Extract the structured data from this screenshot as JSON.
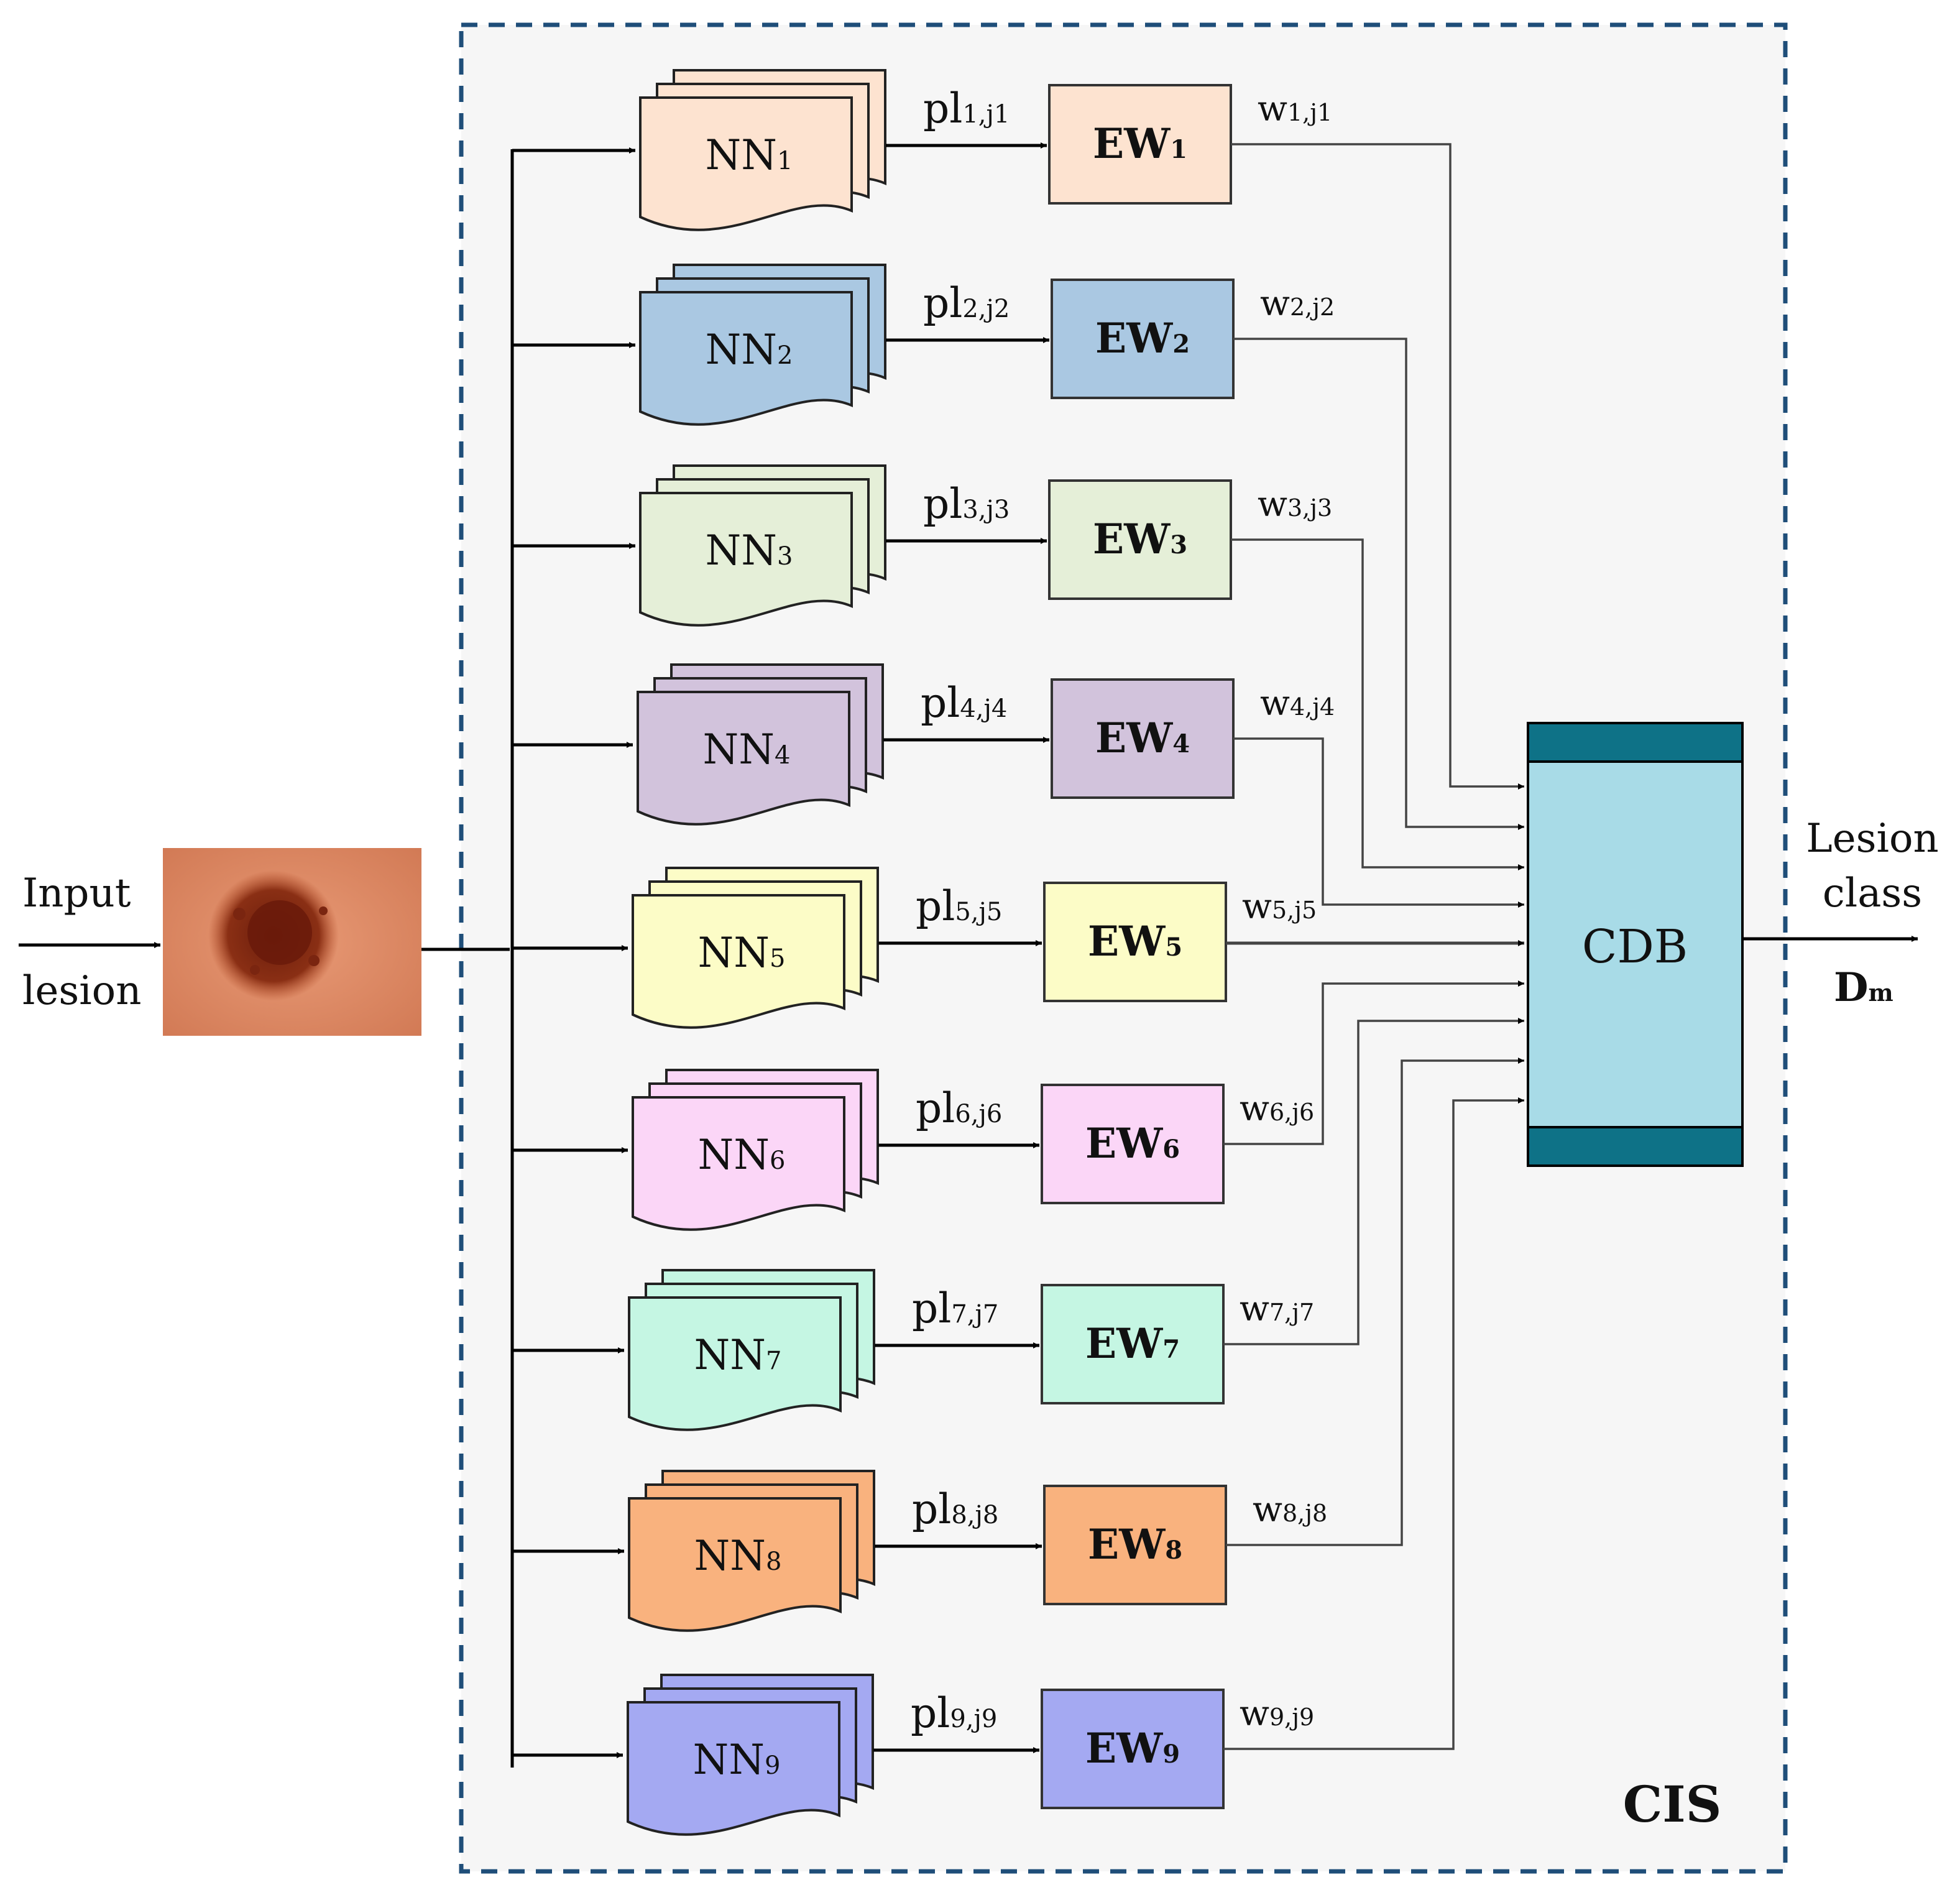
{
  "input": {
    "line1": "Input",
    "line2": "lesion"
  },
  "output": {
    "line1": "Lesion",
    "line2": "class",
    "label_main": "D",
    "label_sub": "m"
  },
  "system": {
    "label": "CIS"
  },
  "combiner": {
    "label": "CDB",
    "color": "#a8dbe7",
    "band_color": "#0e7287"
  },
  "branches": [
    {
      "nn_main": "NN",
      "nn_sub": "1",
      "pl_main": "pl",
      "pl_sub": "1,j1",
      "ew_main": "EW",
      "ew_sub": "1",
      "w_main": "w",
      "w_sub": "1,j1",
      "color": "#fde3d0"
    },
    {
      "nn_main": "NN",
      "nn_sub": "2",
      "pl_main": "pl",
      "pl_sub": "2,j2",
      "ew_main": "EW",
      "ew_sub": "2",
      "w_main": "w",
      "w_sub": "2,j2",
      "color": "#aac8e2"
    },
    {
      "nn_main": "NN",
      "nn_sub": "3",
      "pl_main": "pl",
      "pl_sub": "3,j3",
      "ew_main": "EW",
      "ew_sub": "3",
      "w_main": "w",
      "w_sub": "3,j3",
      "color": "#e5efd8"
    },
    {
      "nn_main": "NN",
      "nn_sub": "4",
      "pl_main": "pl",
      "pl_sub": "4,j4",
      "ew_main": "EW",
      "ew_sub": "4",
      "w_main": "w",
      "w_sub": "4,j4",
      "color": "#d2c3dc"
    },
    {
      "nn_main": "NN",
      "nn_sub": "5",
      "pl_main": "pl",
      "pl_sub": "5,j5",
      "ew_main": "EW",
      "ew_sub": "5",
      "w_main": "w",
      "w_sub": "5,j5",
      "color": "#fcfcc7"
    },
    {
      "nn_main": "NN",
      "nn_sub": "6",
      "pl_main": "pl",
      "pl_sub": "6,j6",
      "ew_main": "EW",
      "ew_sub": "6",
      "w_main": "w",
      "w_sub": "6,j6",
      "color": "#fbd6f7"
    },
    {
      "nn_main": "NN",
      "nn_sub": "7",
      "pl_main": "pl",
      "pl_sub": "7,j7",
      "ew_main": "EW",
      "ew_sub": "7",
      "w_main": "w",
      "w_sub": "7,j7",
      "color": "#c5f6e3"
    },
    {
      "nn_main": "NN",
      "nn_sub": "8",
      "pl_main": "pl",
      "pl_sub": "8,j8",
      "ew_main": "EW",
      "ew_sub": "8",
      "w_main": "w",
      "w_sub": "8,j8",
      "color": "#f9b27e"
    },
    {
      "nn_main": "NN",
      "nn_sub": "9",
      "pl_main": "pl",
      "pl_sub": "9,j9",
      "ew_main": "EW",
      "ew_sub": "9",
      "w_main": "w",
      "w_sub": "9,j9",
      "color": "#a4a9f2"
    }
  ]
}
